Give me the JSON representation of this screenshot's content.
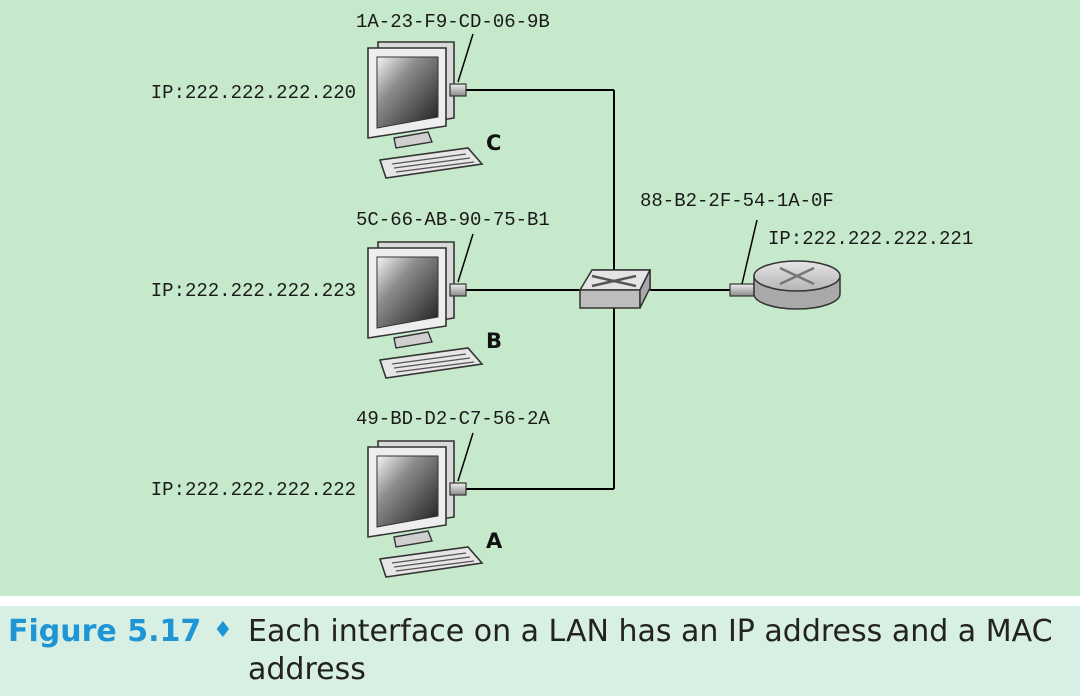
{
  "hosts": [
    {
      "id": "C",
      "ip": "IP:222.222.222.220",
      "mac": "1A-23-F9-CD-06-9B"
    },
    {
      "id": "B",
      "ip": "IP:222.222.222.223",
      "mac": "5C-66-AB-90-75-B1"
    },
    {
      "id": "A",
      "ip": "IP:222.222.222.222",
      "mac": "49-BD-D2-C7-56-2A"
    }
  ],
  "router": {
    "ip": "IP:222.222.222.221",
    "mac": "88-B2-2F-54-1A-0F"
  },
  "caption": {
    "figure": "Figure 5.17",
    "separator": "♦",
    "text_line1": "Each interface on a LAN has an IP address and a MAC",
    "text_line2": "address"
  },
  "colors": {
    "background": "#c6e9cb",
    "caption_bg": "#d8efe3",
    "figure_number": "#1e96d6"
  }
}
